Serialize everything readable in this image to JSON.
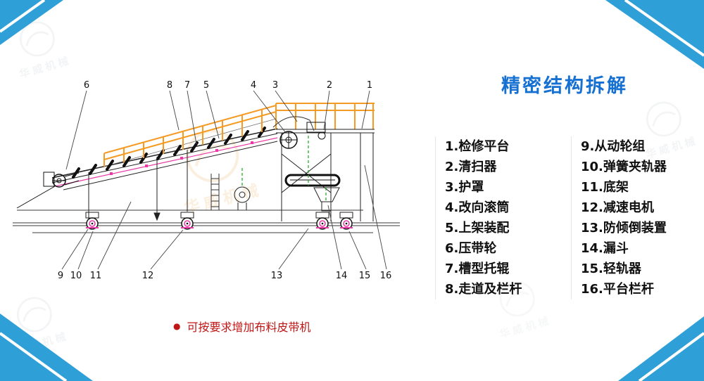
{
  "page": {
    "corner_blue": "#2f9fd8"
  },
  "panel": {
    "title": "精密结构拆解",
    "title_color": "#1670d2",
    "left": [
      "1.检修平台",
      "2.清扫器",
      "3.护罩",
      "4.改向滚筒",
      "5.上架装配",
      "6.压带轮",
      "7.槽型托辊",
      "8.走道及栏杆"
    ],
    "right": [
      "9.从动轮组",
      "10.弹簧夹轨器",
      "11.底架",
      "12.减速电机",
      "13.防倾倒装置",
      "14.漏斗",
      "15.轻轨器",
      "16.平台栏杆"
    ]
  },
  "note": {
    "bullet": "●",
    "text": "可按要求增加布料皮带机",
    "color": "#c01616"
  },
  "watermark": {
    "text": "华威机械"
  },
  "diagram": {
    "callouts": [
      "1",
      "2",
      "3",
      "4",
      "5",
      "6",
      "7",
      "8",
      "9",
      "10",
      "11",
      "12",
      "13",
      "14",
      "15",
      "16"
    ],
    "colors": {
      "line": "#2a2a2a",
      "rail_orange": "#f59a23",
      "accent_magenta": "#e83aa6",
      "accent_green": "#1ca81c"
    }
  }
}
